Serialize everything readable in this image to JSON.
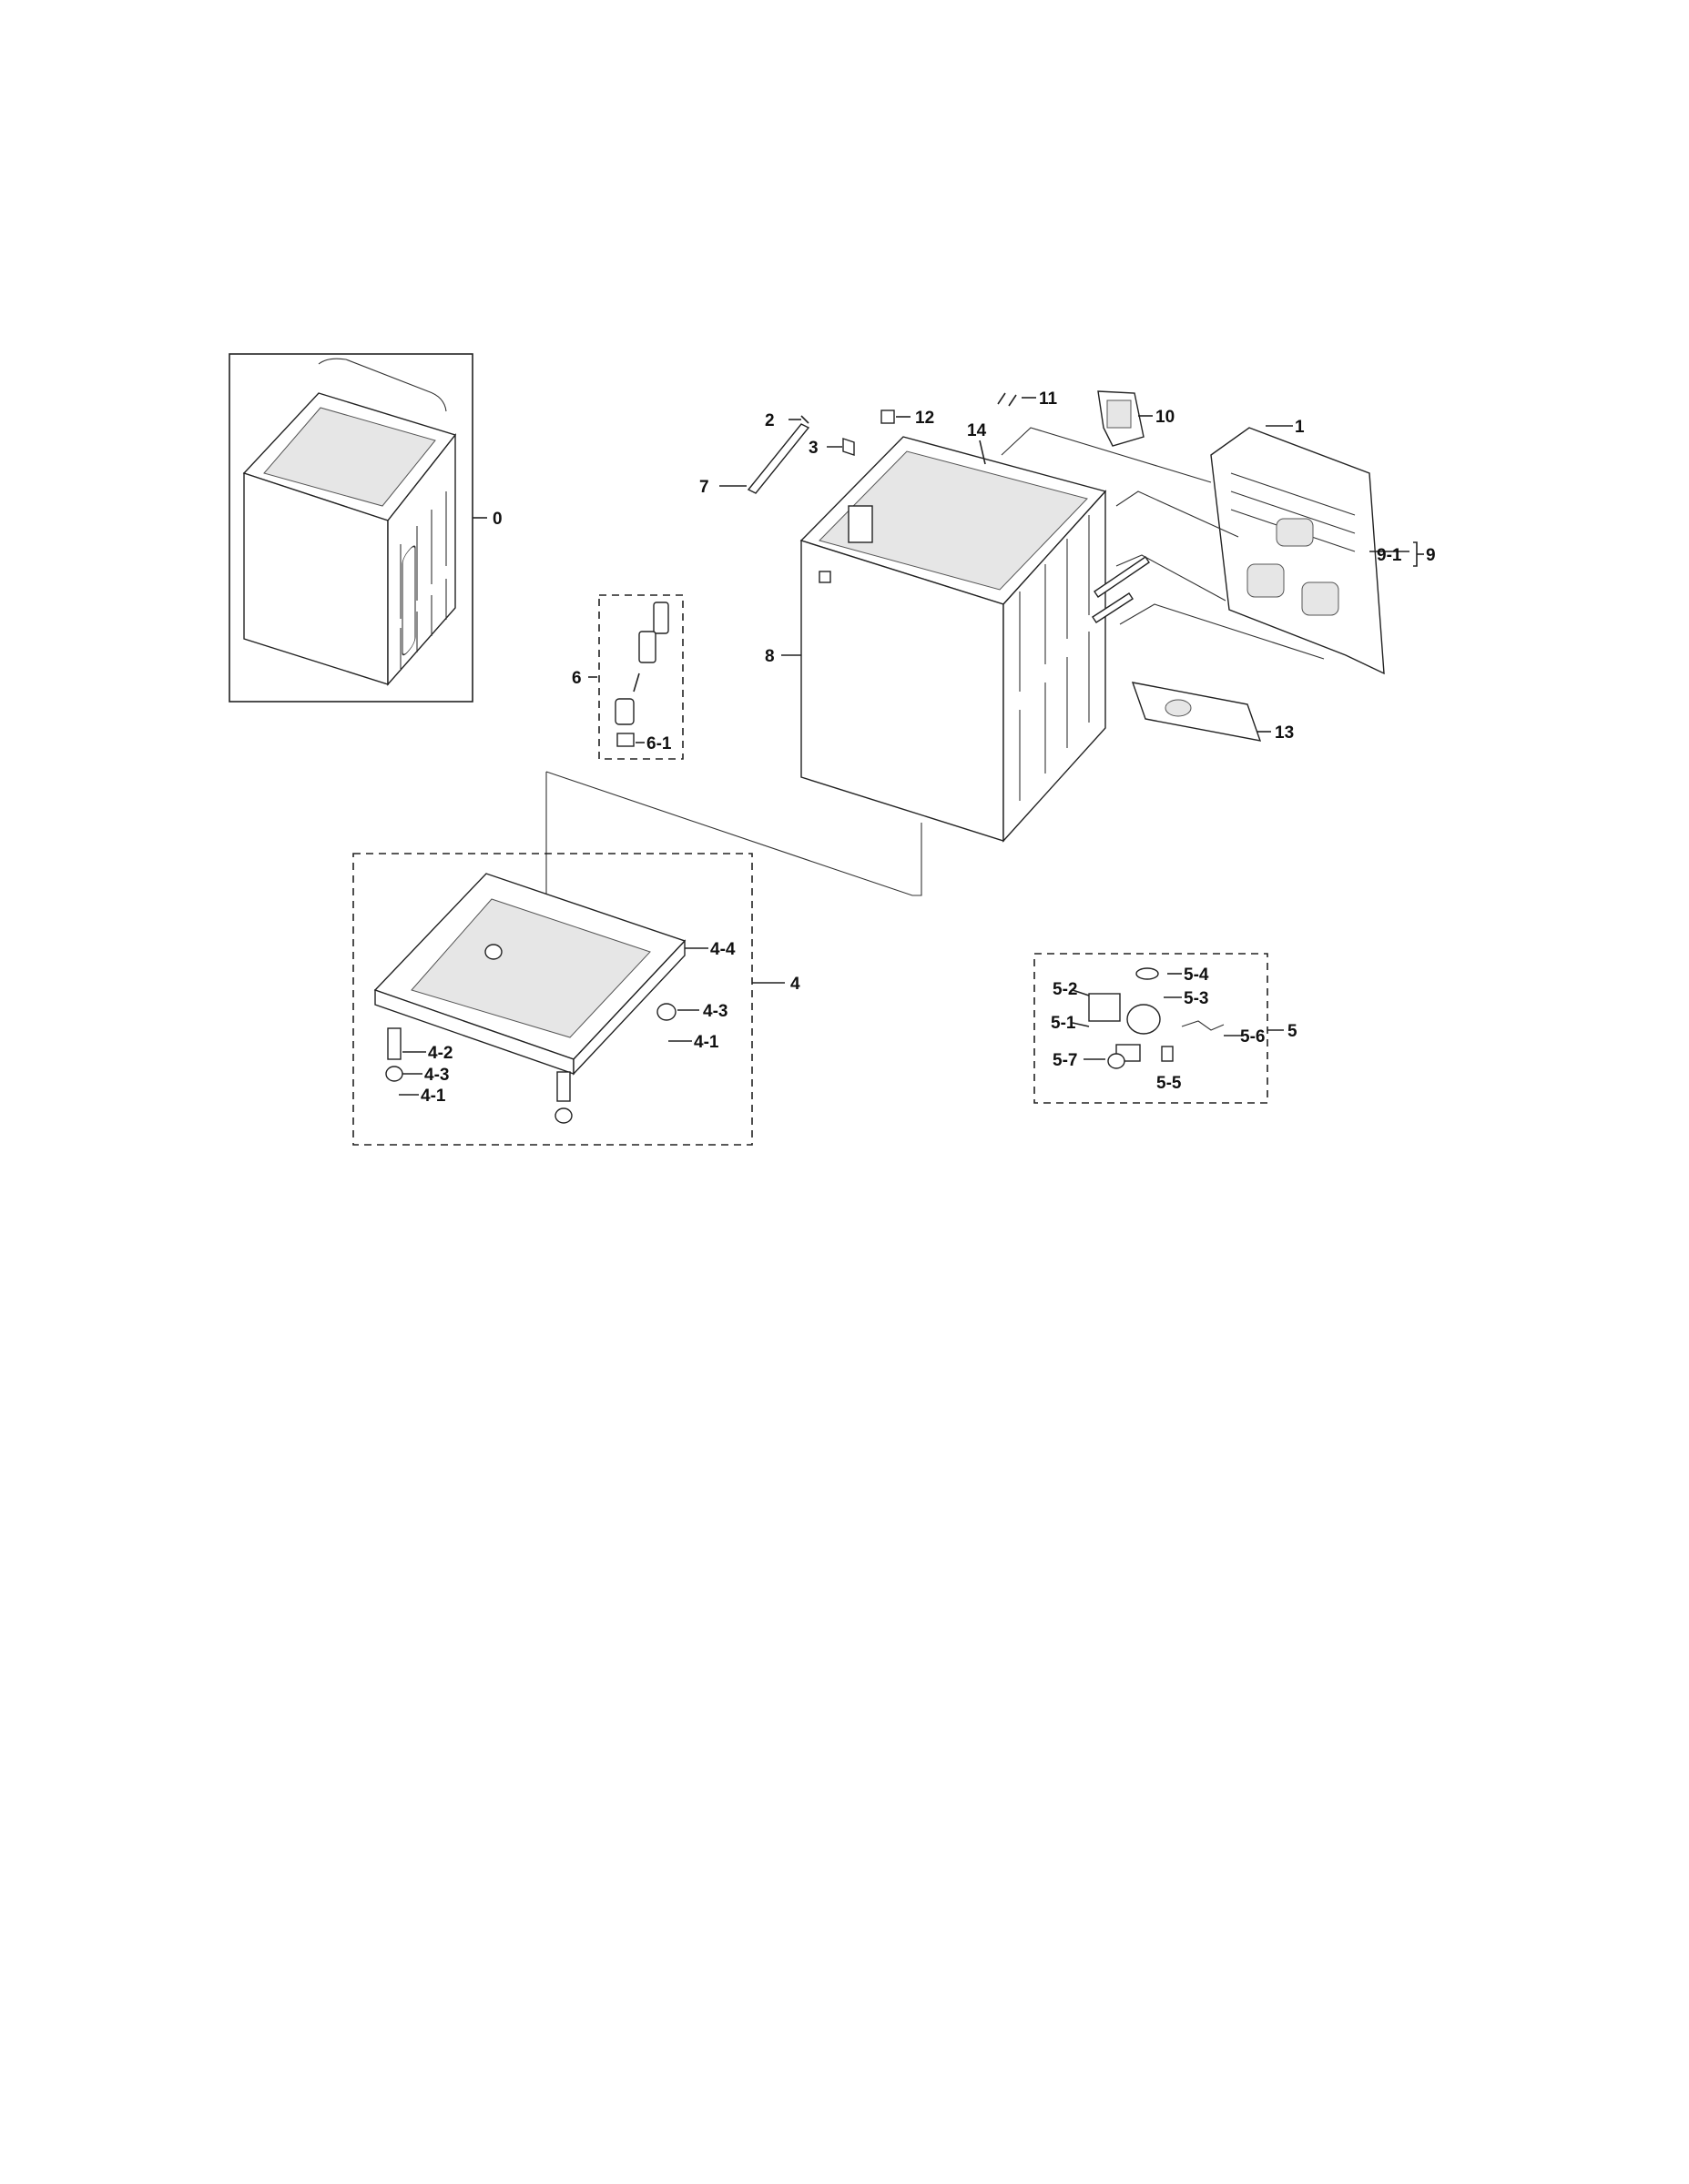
{
  "labels": {
    "p0": "0",
    "p1": "1",
    "p2": "2",
    "p3": "3",
    "p4": "4",
    "p4_1a": "4-1",
    "p4_1b": "4-1",
    "p4_2": "4-2",
    "p4_3a": "4-3",
    "p4_3b": "4-3",
    "p4_4": "4-4",
    "p5": "5",
    "p5_1": "5-1",
    "p5_2": "5-2",
    "p5_3": "5-3",
    "p5_4": "5-4",
    "p5_5": "5-5",
    "p5_6": "5-6",
    "p5_7": "5-7",
    "p6": "6",
    "p6_1": "6-1",
    "p7": "7",
    "p8": "8",
    "p9": "9",
    "p9_1": "9-1",
    "p10": "10",
    "p11": "11",
    "p12": "12",
    "p13": "13",
    "p14": "14"
  },
  "colors": {
    "line": "#222222",
    "fill": "#ffffff",
    "shade": "#e6e6e6"
  }
}
